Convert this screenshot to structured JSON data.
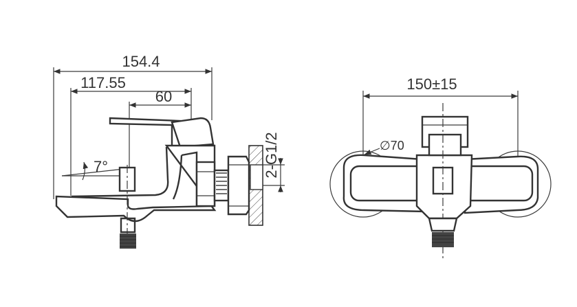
{
  "side_view": {
    "dim_overall": "154.4",
    "dim_middle": "117.55",
    "dim_short": "60",
    "dim_angle": "7°",
    "dim_thread": "2-G1/2"
  },
  "front_view": {
    "dim_centers": "150±15",
    "dim_flange": "∅70"
  },
  "colors": {
    "line": "#333333",
    "background": "#ffffff"
  }
}
